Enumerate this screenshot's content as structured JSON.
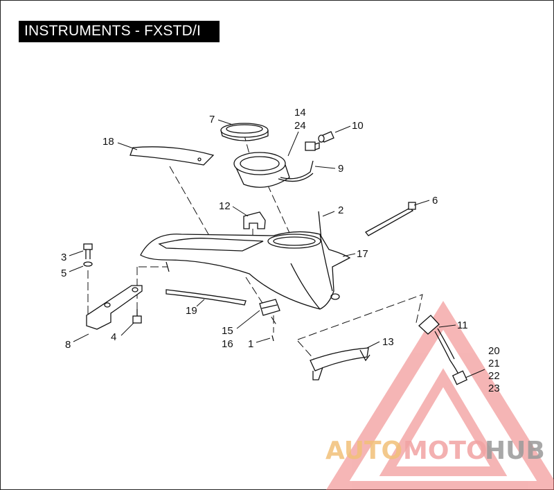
{
  "title": "INSTRUMENTS - FXSTD/I",
  "callouts": {
    "c1": "1",
    "c2": "2",
    "c3": "3",
    "c4": "4",
    "c5": "5",
    "c6": "6",
    "c7": "7",
    "c8": "8",
    "c9": "9",
    "c10": "10",
    "c11": "11",
    "c12": "12",
    "c13": "13",
    "c14": "14",
    "c15": "15",
    "c16": "16",
    "c17": "17",
    "c18": "18",
    "c19": "19",
    "c20": "20",
    "c21": "21",
    "c22": "22",
    "c23": "23",
    "c24": "24"
  },
  "watermark": {
    "part1": "AUTO",
    "part2": "MOTO",
    "part3": "HUB",
    "colors": {
      "auto": "#f2c078",
      "moto": "#f1a3a3",
      "hub": "#9a9a9a",
      "triangle": "#f28b8b"
    }
  }
}
